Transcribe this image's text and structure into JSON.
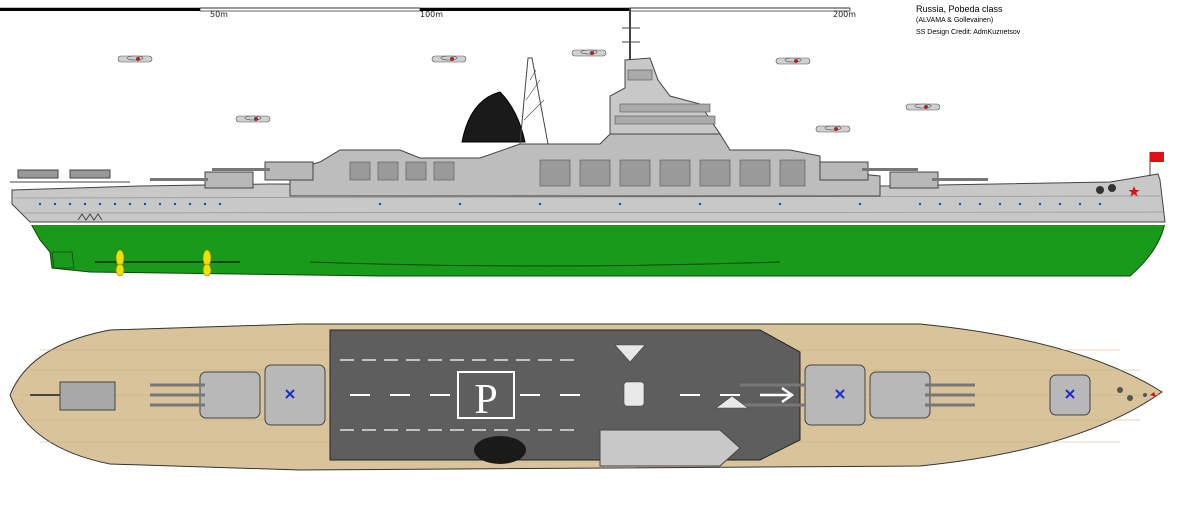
{
  "scale": {
    "labels": [
      "50m",
      "100m",
      "200m"
    ]
  },
  "credits": {
    "title": "Russia, Pobeda class",
    "subtitle": "(ALVAMA & Gollevainen)",
    "credit": "SS Design Credit: AdmKuznetsov"
  },
  "deck_marking": "P",
  "colors": {
    "hull_grey": "#c8c8c8",
    "underwater_green": "#1a9a1a",
    "deck_wood": "#d9c39a",
    "flight_deck": "#5e5e5e",
    "propeller": "#f0e000",
    "turret_marker": "#1a2ed0",
    "flag_red": "#e01010"
  },
  "icons": [
    "propeller-icon",
    "aircraft-icon",
    "red-star-icon",
    "flag-icon",
    "turret-marker-icon"
  ]
}
